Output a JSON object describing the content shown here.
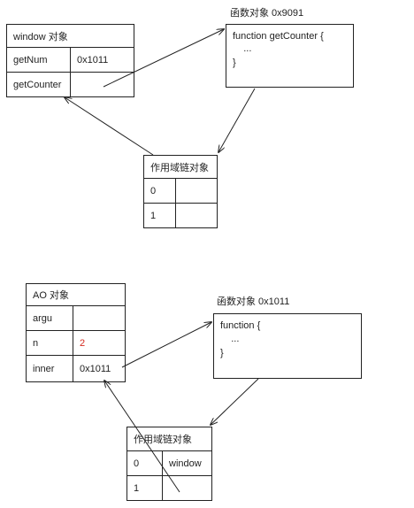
{
  "diagram1": {
    "window_table": {
      "title": "window 对象",
      "rows": [
        {
          "key": "getNum",
          "value": "0x1011"
        },
        {
          "key": "getCounter",
          "value": ""
        }
      ]
    },
    "function_object": {
      "title": "函数对象 0x9091",
      "code_lines": [
        "function getCounter {",
        "    ...",
        "}"
      ]
    },
    "scope_chain": {
      "title": "作用域链对象",
      "rows": [
        {
          "key": "0",
          "value": ""
        },
        {
          "key": "1",
          "value": ""
        }
      ]
    }
  },
  "diagram2": {
    "ao_table": {
      "title": "AO 对象",
      "rows": [
        {
          "key": "argu",
          "value": ""
        },
        {
          "key": "n",
          "value": "2"
        },
        {
          "key": "inner",
          "value": "0x1011"
        }
      ]
    },
    "function_object": {
      "title": "函数对象 0x1011",
      "code_lines": [
        "function {",
        "    ...",
        "}"
      ]
    },
    "scope_chain": {
      "title": "作用域链对象",
      "rows": [
        {
          "key": "0",
          "value": "window"
        },
        {
          "key": "1",
          "value": ""
        }
      ]
    }
  },
  "colors": {
    "line": "#222222",
    "highlight_value": "#d42a1f"
  }
}
